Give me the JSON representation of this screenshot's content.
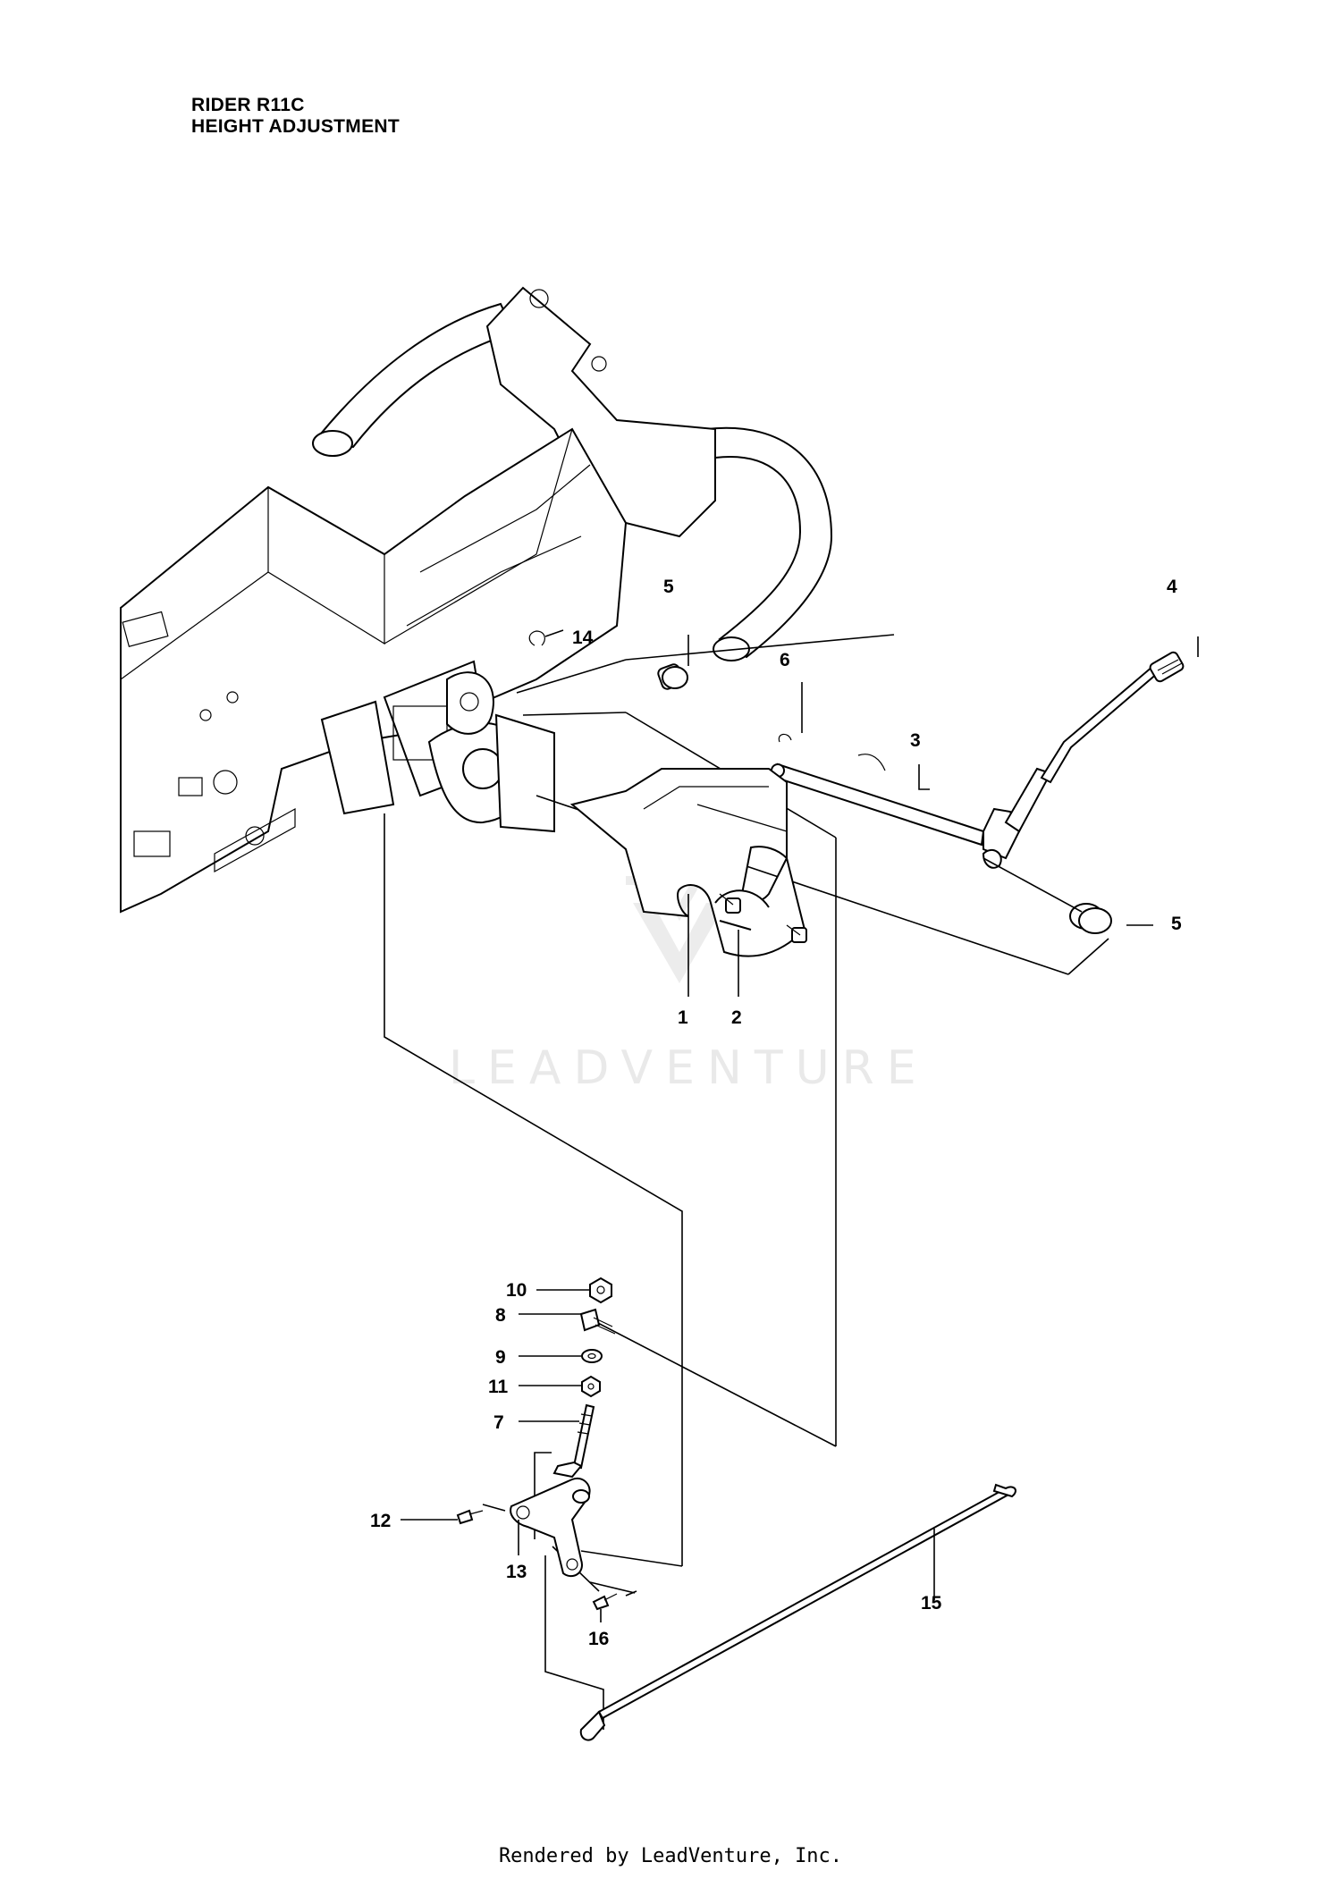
{
  "header": {
    "line1": "RIDER R11C",
    "line2": "HEIGHT ADJUSTMENT"
  },
  "watermark": {
    "text": "LEADVENTURE"
  },
  "callouts": {
    "c1": "1",
    "c2": "2",
    "c3": "3",
    "c4": "4",
    "c5a": "5",
    "c5b": "5",
    "c6": "6",
    "c7": "7",
    "c8": "8",
    "c9": "9",
    "c10": "10",
    "c11": "11",
    "c12": "12",
    "c13": "13",
    "c14": "14",
    "c15": "15",
    "c16": "16"
  },
  "footer": {
    "text": "Rendered by LeadVenture, Inc."
  }
}
